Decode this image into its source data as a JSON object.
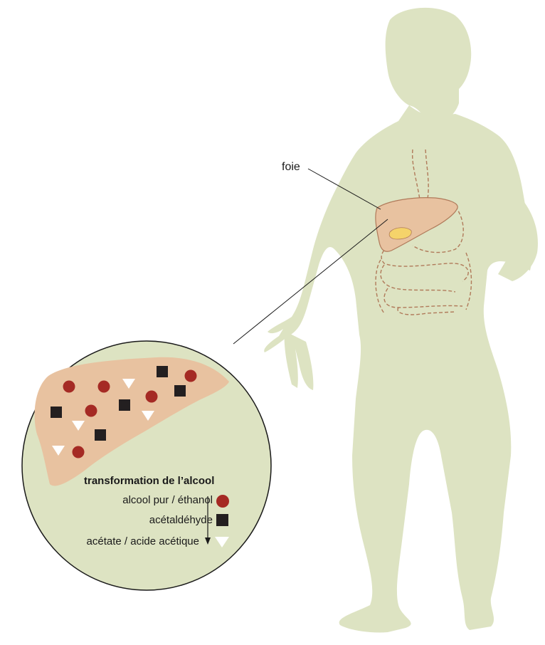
{
  "figure": {
    "organ_label": "foie",
    "legend": {
      "title": "transformation de l’alcool",
      "items": [
        {
          "label": "alcool pur / éthanol",
          "marker": "circle",
          "color": "#a52a24"
        },
        {
          "label": "acétaldéhyde",
          "marker": "square",
          "color": "#231f20"
        },
        {
          "label": "acétate / acide acétique",
          "marker": "triangle",
          "color": "#ffffff"
        }
      ]
    },
    "colors": {
      "body": "#dde3c2",
      "liver": "#e8c2a0",
      "liver_outline": "#b07a5a",
      "gallbladder": "#f5d36a",
      "intestine_dash": "#b07a5a"
    }
  }
}
